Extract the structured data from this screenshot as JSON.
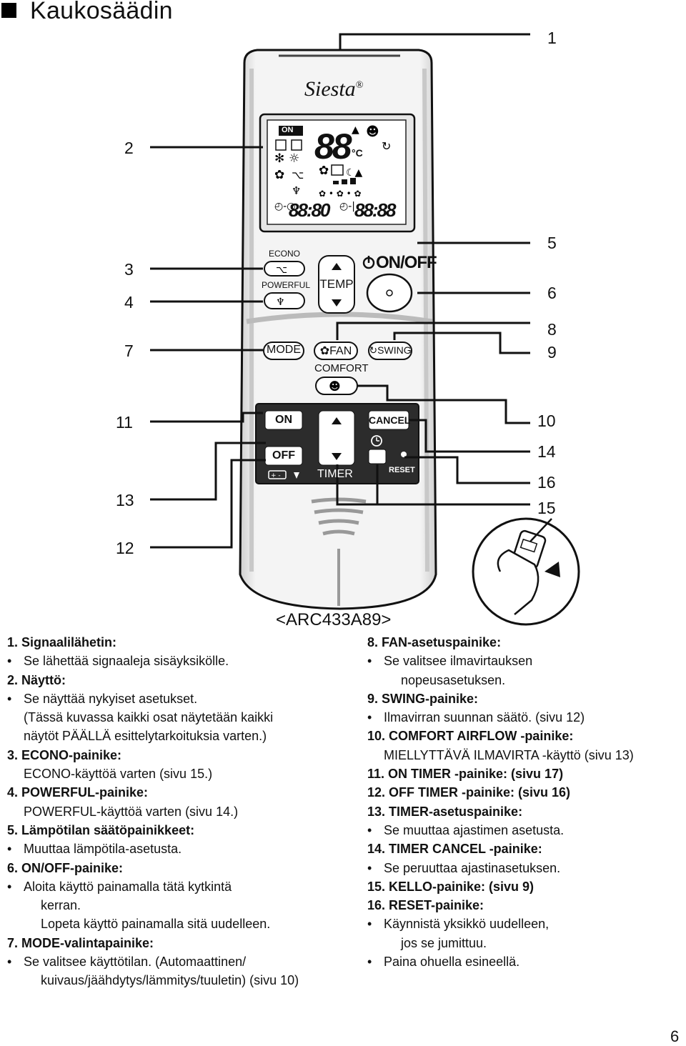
{
  "page": {
    "title": "Kaukosäädin",
    "model": "<ARC433A89>",
    "page_number": "6"
  },
  "callouts": [
    "1",
    "2",
    "3",
    "4",
    "5",
    "6",
    "7",
    "8",
    "9",
    "10",
    "11",
    "12",
    "13",
    "14",
    "15",
    "16"
  ],
  "remote": {
    "brand": "Siesta",
    "registered": "®",
    "lcd": {
      "on": "ON",
      "temp": "88",
      "unit": "°C",
      "timer_left": "88:80",
      "timer_right": "88:88"
    },
    "buttons": {
      "econo": "ECONO",
      "powerful": "POWERFUL",
      "temp": "TEMP",
      "onoff": "ON/OFF",
      "mode": "MODE",
      "fan": "FAN",
      "swing": "SWING",
      "comfort": "COMFORT",
      "on": "ON",
      "off": "OFF",
      "timer": "TIMER",
      "cancel": "CANCEL",
      "reset": "RESET"
    }
  },
  "left_column": [
    {
      "t": "1. Signaalilähetin:",
      "c": "b"
    },
    {
      "t": "Se lähettää signaaleja sisäyksikölle.",
      "c": "bul"
    },
    {
      "t": "2. Näyttö:",
      "c": "b"
    },
    {
      "t": "Se näyttää nykyiset asetukset.",
      "c": "bul"
    },
    {
      "t": "(Tässä kuvassa kaikki osat näytetään kaikki",
      "c": "ind"
    },
    {
      "t": "näytöt PÄÄLLÄ esittelytarkoituksia varten.)",
      "c": "ind"
    },
    {
      "t": "3. ECONO-painike:",
      "c": "b"
    },
    {
      "t": "ECONO-käyttöä varten (sivu 15.)",
      "c": "ind"
    },
    {
      "t": "4. POWERFUL-painike:",
      "c": "b"
    },
    {
      "t": "POWERFUL-käyttöä varten (sivu 14.)",
      "c": "ind"
    },
    {
      "t": "5. Lämpötilan säätöpainikkeet:",
      "c": "b"
    },
    {
      "t": "Muuttaa lämpötila-asetusta.",
      "c": "bul"
    },
    {
      "t": "6. ON/OFF-painike:",
      "c": "b"
    },
    {
      "t": "Aloita käyttö painamalla tätä kytkintä",
      "c": "bul"
    },
    {
      "t": "kerran.",
      "c": "bul2"
    },
    {
      "t": "Lopeta käyttö painamalla sitä uudelleen.",
      "c": "bul2"
    },
    {
      "t": "7. MODE-valintapainike:",
      "c": "b"
    },
    {
      "t": "Se valitsee käyttötilan. (Automaattinen/",
      "c": "bul"
    },
    {
      "t": "kuivaus/jäähdytys/lämmitys/tuuletin) (sivu 10)",
      "c": "bul2"
    }
  ],
  "right_column": [
    {
      "t": "8. FAN-asetuspainike:",
      "c": "b"
    },
    {
      "t": "Se valitsee ilmavirtauksen",
      "c": "bul"
    },
    {
      "t": "nopeusasetuksen.",
      "c": "bul2"
    },
    {
      "t": "9. SWING-painike:",
      "c": "b"
    },
    {
      "t": "Ilmavirran suunnan säätö. (sivu 12)",
      "c": "bul"
    },
    {
      "t": "10. COMFORT AIRFLOW -painike:",
      "c": "b"
    },
    {
      "t": "MIELLYTTÄVÄ ILMAVIRTA -käyttö (sivu 13)",
      "c": "ind2"
    },
    {
      "t": "11. ON TIMER -painike: (sivu 17)",
      "c": "b"
    },
    {
      "t": "12. OFF TIMER -painike: (sivu 16)",
      "c": "b"
    },
    {
      "t": "13. TIMER-asetuspainike:",
      "c": "b"
    },
    {
      "t": "Se muuttaa ajastimen asetusta.",
      "c": "bul"
    },
    {
      "t": "14. TIMER CANCEL -painike:",
      "c": "b"
    },
    {
      "t": "Se peruuttaa ajastinasetuksen.",
      "c": "bul"
    },
    {
      "t": "15. KELLO-painike: (sivu 9)",
      "c": "b"
    },
    {
      "t": "16. RESET-painike:",
      "c": "b"
    },
    {
      "t": "Käynnistä yksikkö uudelleen,",
      "c": "bul"
    },
    {
      "t": "jos se jumittuu.",
      "c": "bul2"
    },
    {
      "t": "Paina ohuella esineellä.",
      "c": "bul"
    }
  ]
}
